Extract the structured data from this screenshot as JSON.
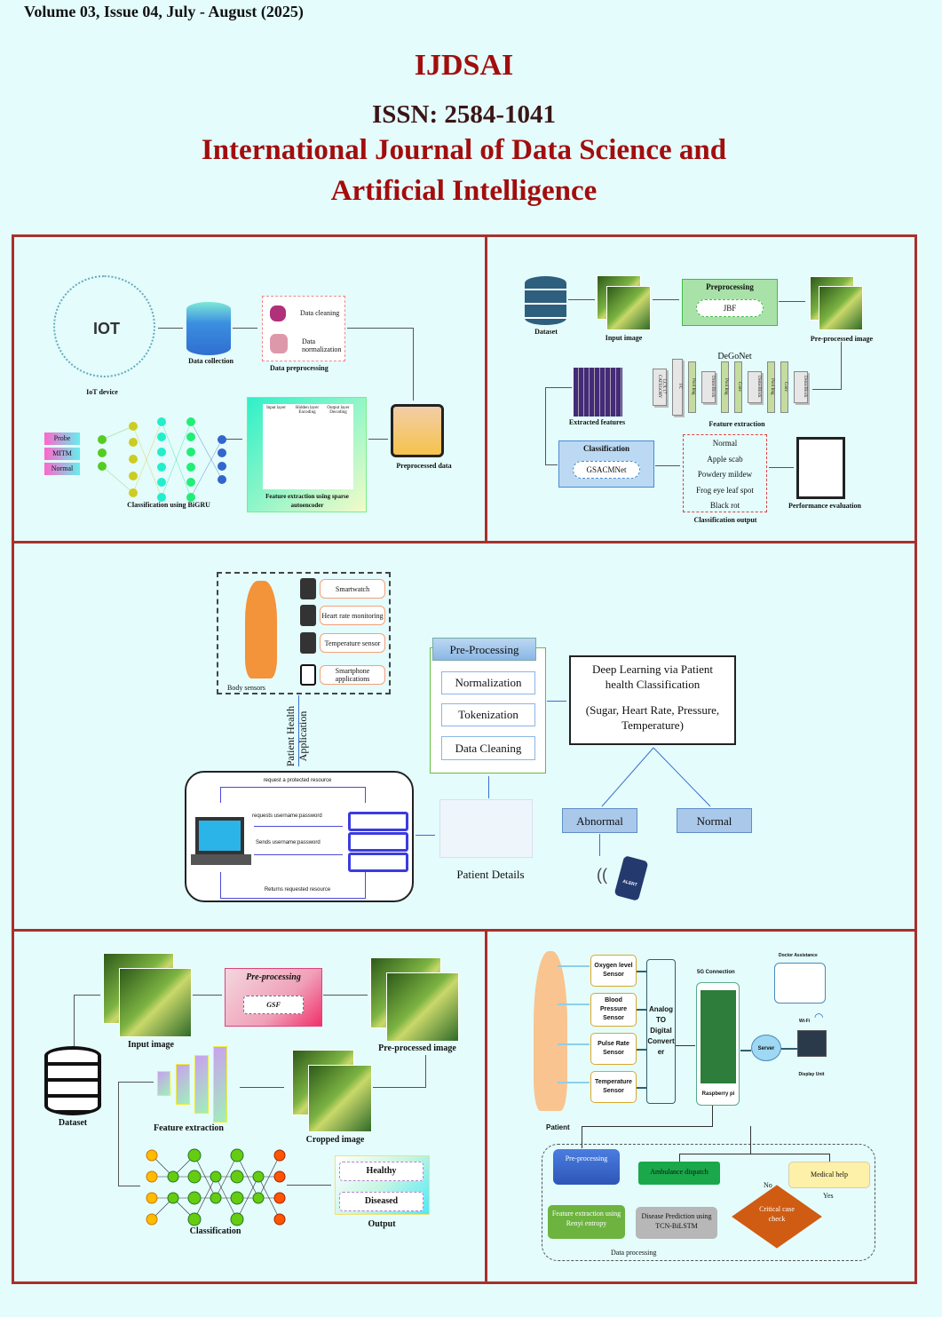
{
  "header": {
    "volume": "Volume 03, Issue 04, July - August (2025)",
    "acronym": "IJDSAI",
    "issn": "ISSN: 2584-1041",
    "title_line1": "International Journal of Data Science and",
    "title_line2": "Artificial Intelligence"
  },
  "colors": {
    "background": "#e4fcfc",
    "frame": "#a8302c",
    "title": "#a30d0d"
  },
  "panel1": {
    "iot_logo": "IOT",
    "iot_device": "IoT device",
    "data_collection": "Data collection",
    "data_cleaning": "Data cleaning",
    "data_normalization": "Data normalization",
    "data_preprocessing": "Data preprocessing",
    "preprocessed_data": "Preprocessed data",
    "ae_input": "Input layer",
    "ae_hidden": "Hidden layer Encoding",
    "ae_output": "Output layer Decoding",
    "feature_extraction": "Feature extraction using sparse autoencoder",
    "classification": "Classification using BiGRU",
    "classes": [
      "Probe",
      "MITM",
      "Normal"
    ]
  },
  "panel2": {
    "dataset": "Dataset",
    "input_image": "Input image",
    "preprocessing": "Preprocessing",
    "jbf": "JBF",
    "preprocessed_image": "Pre-processed image",
    "degonet": "DeGoNet",
    "layers": [
      "LCX 17 CATEGORY",
      "FC",
      "Pool Img",
      "DenseBlock",
      "Pool Img",
      "Conv",
      "DenseBlock",
      "Pool Img",
      "Conv",
      "DenseBlock"
    ],
    "extracted_features": "Extracted features",
    "feature_extraction": "Feature extraction",
    "classification": "Classification",
    "gsacmnet": "GSACMNet",
    "outputs": [
      "Normal",
      "Apple scab",
      "Powdery mildew",
      "Frog eye leaf spot",
      "Black rot"
    ],
    "classification_output": "Classification output",
    "performance": "Performance evaluation"
  },
  "panel3": {
    "sensors": [
      "Smartwatch",
      "Heart rate monitoring",
      "Temperature sensor",
      "Smartphone applications"
    ],
    "body_sensors": "Body sensors",
    "app_line1": "Patient Health",
    "app_line2": "Application",
    "auth": {
      "request": "request a protected resource",
      "requests_cred": "requests username:password",
      "sends_cred": "Sends username:password",
      "returns": "Returns requested resource"
    },
    "patient_details": "Patient Details",
    "preprocessing": "Pre-Processing",
    "steps": [
      "Normalization",
      "Tokenization",
      "Data Cleaning"
    ],
    "dl_title": "Deep Learning via Patient health Classification",
    "dl_params": "(Sugar, Heart Rate, Pressure, Temperature)",
    "abnormal": "Abnormal",
    "normal": "Normal",
    "alert": "ALERT"
  },
  "panel4": {
    "input_image": "Input image",
    "preprocessing": "Pre-processing",
    "gsf": "GSF",
    "preprocessed_image": "Pre-processed image",
    "dataset": "Dataset",
    "feature_extraction": "Feature extraction",
    "cropped_image": "Cropped image",
    "classification": "Classification",
    "healthy": "Healthy",
    "diseased": "Diseased",
    "output": "Output"
  },
  "panel5": {
    "sensors": [
      "Oxygen level Sensor",
      "Blood Pressure Sensor",
      "Pulse Rate Sensor",
      "Temperature Sensor"
    ],
    "adc": "Analog TO Digital Convert er",
    "g5": "5G Connection",
    "raspberry": "Raspberry pi",
    "server": "Server",
    "doctor": "Doctor Assistance",
    "wifi": "Wi-Fi",
    "display": "Display Unit",
    "patient": "Patient",
    "preprocessing": "Pre-processing",
    "ambulance": "Ambulance dispatch",
    "medical_help": "Medical help",
    "no": "No",
    "yes": "Yes",
    "critical": "Critical case check",
    "feature": "Feature extraction using Renyi entropy",
    "disease": "Disease Prediction using TCN-BiLSTM",
    "data_processing": "Data processing"
  }
}
